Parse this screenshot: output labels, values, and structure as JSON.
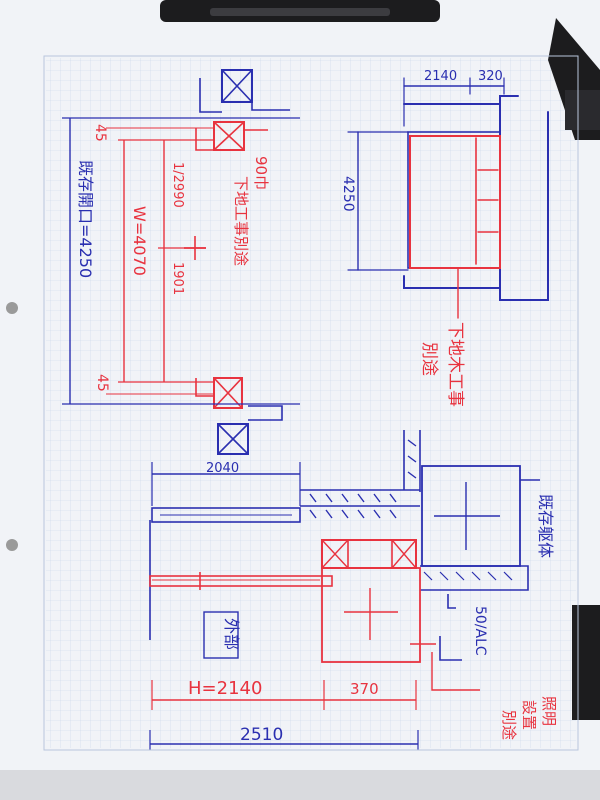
{
  "colors": {
    "blue": "#2a2fb0",
    "red": "#e8333f",
    "paper": "#f4f6fa",
    "grid": "#c9d6ea",
    "clip": "#1c1c1e"
  },
  "right_dims": {
    "dim_2140": "2140",
    "dim_320": "320",
    "dim_4250": "4250",
    "note_kanji": "下地木工事",
    "note_kanji2": "別途"
  },
  "left_dims": {
    "dim_45_top": "45",
    "dim_45_bottom": "45",
    "dim_1990": "1/2990",
    "dim_1901": "1901",
    "dim_w": "W=4070",
    "note_90": "90巾",
    "note_shitaji": "下地工事別途",
    "note_opening": "既存開口=4250"
  },
  "plan": {
    "dim_2040": "2040",
    "dim_h": "H=2140",
    "dim_370": "370",
    "dim_2510": "2510",
    "note_existing": "既存躯体",
    "note_alc": "50/ALC",
    "note_lighting": "照明",
    "note_install": "設置",
    "note_betto": "別途",
    "label_outside": "外部"
  }
}
